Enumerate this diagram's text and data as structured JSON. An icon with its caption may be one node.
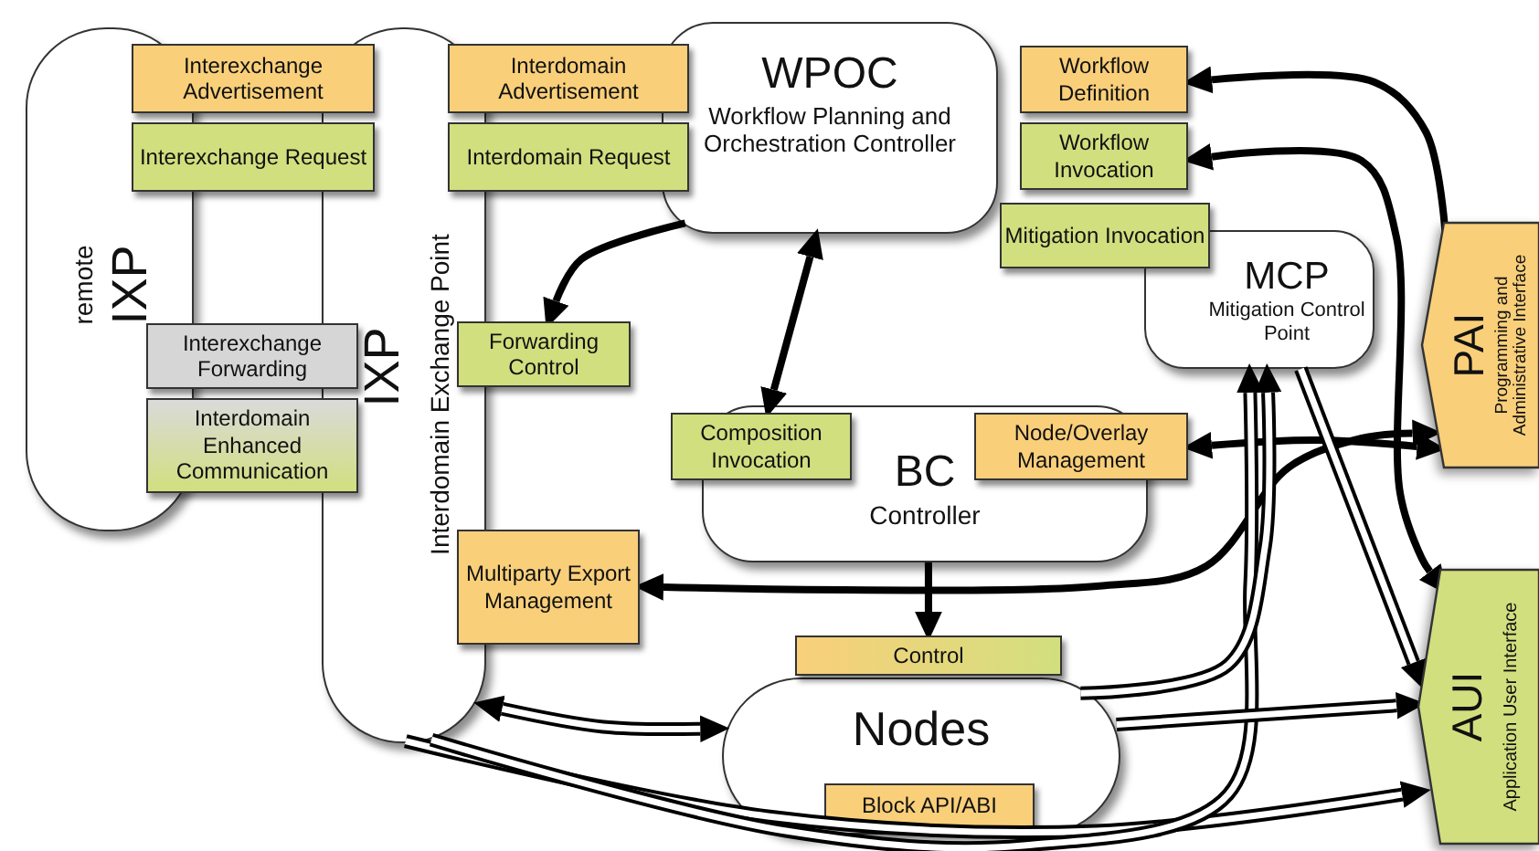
{
  "diagram": {
    "nodes": [
      {
        "text": [
          "remote",
          "IXP"
        ]
      },
      {
        "text": [
          "Interexchange Advertisement"
        ]
      },
      {
        "text": [
          "Interexchange Request"
        ]
      },
      {
        "text": [
          "IXP",
          "Interdomain Exchange Point"
        ]
      },
      {
        "text": [
          "Interdomain Advertisement"
        ]
      },
      {
        "text": [
          "Interdomain Request"
        ]
      },
      {
        "text": [
          "WPOC",
          "Workflow Planning and Orchestration Controller"
        ]
      },
      {
        "text": [
          "Workflow Definition"
        ]
      },
      {
        "text": [
          "Workflow Invocation"
        ]
      },
      {
        "text": [
          "Mitigation Invocation"
        ]
      },
      {
        "text": [
          "MCP",
          "Mitigation Control Point"
        ]
      },
      {
        "text": [
          "PAI",
          "Programming and Administrative Interface"
        ]
      },
      {
        "text": [
          "Forwarding Control"
        ]
      },
      {
        "text": [
          "Interexchange Forwarding"
        ]
      },
      {
        "text": [
          "Interdomain Enhanced Communication"
        ]
      },
      {
        "text": [
          "Composition Invocation"
        ]
      },
      {
        "text": [
          "BC",
          "Controller"
        ]
      },
      {
        "text": [
          "Node/Overlay Management"
        ]
      },
      {
        "text": [
          "Multiparty Export Management"
        ]
      },
      {
        "text": [
          "AUI",
          "Application User Interface"
        ]
      },
      {
        "text": [
          "Control"
        ]
      },
      {
        "text": [
          "Nodes"
        ]
      },
      {
        "text": [
          "Block API/ABI"
        ],
        "in": 21
      }
    ],
    "edges": [
      {
        "from": 6,
        "to": 12,
        "arrow": "to"
      },
      {
        "from": 6,
        "to": 15,
        "arrow": "both"
      },
      {
        "from": 11,
        "to": 7,
        "arrow": "to"
      },
      {
        "from": 8,
        "to": 19,
        "arrow": "both"
      },
      {
        "from": 17,
        "to": 11,
        "arrow": "both"
      },
      {
        "from": 18,
        "to": 11,
        "arrow": "both"
      },
      {
        "from": 16,
        "to": 20,
        "arrow": "to"
      },
      {
        "from": 3,
        "to": 21,
        "arrow": "both",
        "style": "thick"
      },
      {
        "from": 3,
        "to": 19,
        "arrow": "to",
        "style": "thick"
      },
      {
        "from": 3,
        "to": 10,
        "arrow": "to",
        "style": "thick"
      },
      {
        "from": 21,
        "to": 10,
        "arrow": "to",
        "style": "thick"
      },
      {
        "from": 21,
        "to": 19,
        "arrow": "to",
        "style": "thick"
      },
      {
        "from": 10,
        "to": 19,
        "arrow": "to",
        "style": "thick"
      }
    ]
  }
}
